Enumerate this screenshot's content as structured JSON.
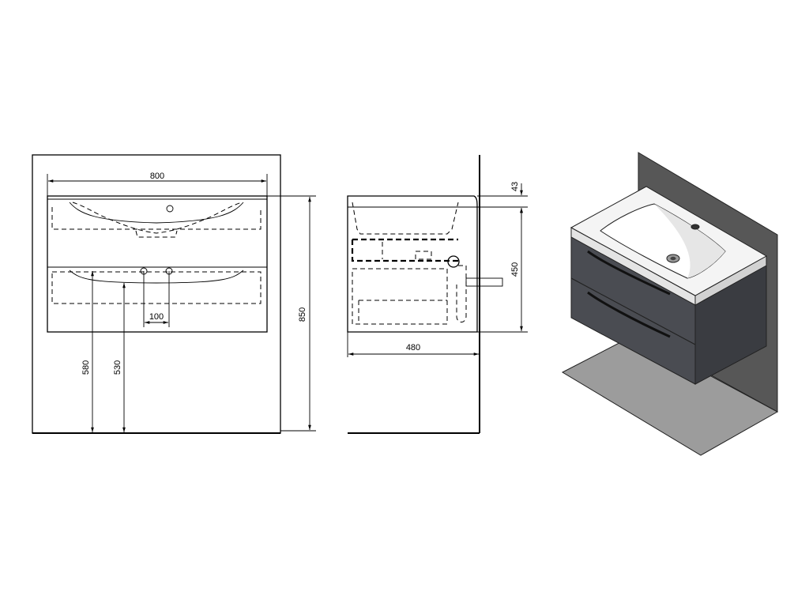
{
  "dimensions": {
    "width_front": "800",
    "drain_spacing": "100",
    "height_580": "580",
    "height_530": "530",
    "height_850": "850",
    "depth_side": "480",
    "top_thickness": "43",
    "height_450": "450"
  },
  "colors": {
    "line": "#000000",
    "cabinet_dark": "#4a4c52",
    "cabinet_side": "#3a3c41",
    "wall_panel": "#575757",
    "floor_panel": "#9c9c9c",
    "basin_top": "#f4f4f4"
  }
}
